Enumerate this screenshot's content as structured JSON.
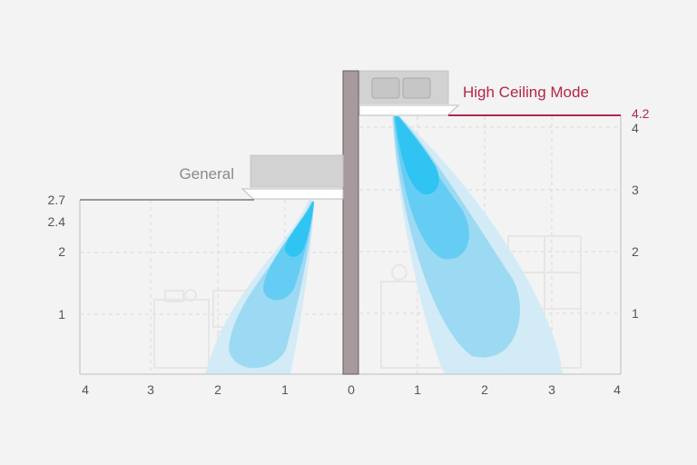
{
  "labels": {
    "general": "General",
    "high_ceiling": "High Ceiling Mode"
  },
  "colors": {
    "background": "#f3f3f3",
    "grid": "#d9d9d9",
    "wall": "#a89a9c",
    "unit": "#d2d2d2",
    "high_ceiling_accent": "#b3264a",
    "general_text": "#8a8a8a",
    "airflow_light": "#cfeaf7",
    "airflow_mid": "#89d3f2",
    "airflow_dark": "#2fc4f2"
  },
  "icons": [
    "ceiling-cassette-unit-icon",
    "louver-icon",
    "room-furniture-watermark-icon"
  ],
  "chart_data": {
    "type": "diagram",
    "x_axis": {
      "ticks": [
        "4",
        "3",
        "2",
        "1",
        "0",
        "1",
        "2",
        "3",
        "4"
      ]
    },
    "left_axis": {
      "ticks": [
        "2.7",
        "2.4",
        "2",
        "1"
      ],
      "values": [
        2.7,
        2.4,
        2,
        1
      ]
    },
    "right_axis": {
      "ticks": [
        "4.2",
        "4",
        "3",
        "2",
        "1"
      ],
      "values": [
        4.2,
        4,
        3,
        2,
        1
      ]
    },
    "modes": [
      {
        "label": "General",
        "height": 2.7
      },
      {
        "label": "High Ceiling Mode",
        "height": 4.2
      }
    ]
  }
}
